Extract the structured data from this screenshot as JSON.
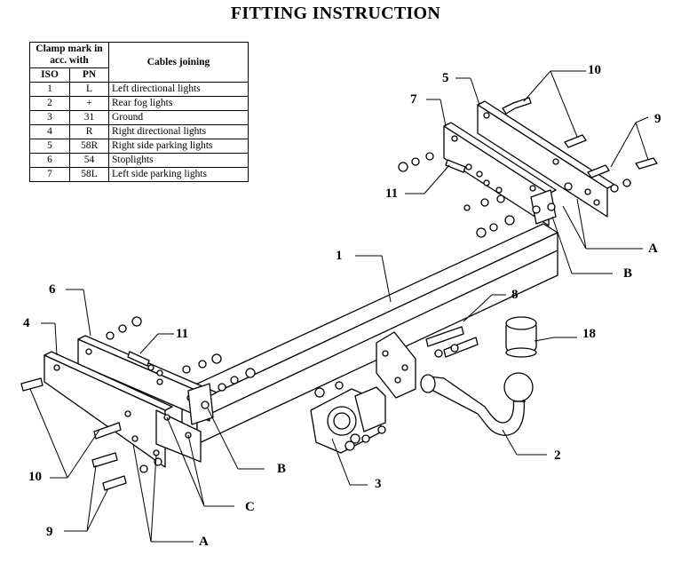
{
  "title": "FITTING INSTRUCTION",
  "legend": {
    "header_clamp": "Clamp mark in acc. with",
    "header_iso": "ISO",
    "header_pn": "PN",
    "header_cables": "Cables joining",
    "rows": [
      {
        "iso": "1",
        "pn": "L",
        "name": "Left directional lights"
      },
      {
        "iso": "2",
        "pn": "+",
        "name": "Rear fog lights"
      },
      {
        "iso": "3",
        "pn": "31",
        "name": "Ground"
      },
      {
        "iso": "4",
        "pn": "R",
        "name": "Right directional lights"
      },
      {
        "iso": "5",
        "pn": "58R",
        "name": "Right side parking lights"
      },
      {
        "iso": "6",
        "pn": "54",
        "name": "Stoplights"
      },
      {
        "iso": "7",
        "pn": "58L",
        "name": "Left side parking lights"
      }
    ]
  },
  "callouts": {
    "p1": "1",
    "p2": "2",
    "p3": "3",
    "p4": "4",
    "p5": "5",
    "p6": "6",
    "p7": "7",
    "p8": "8",
    "p9_right": "9",
    "p9_left": "9",
    "p10_right": "10",
    "p10_left": "10",
    "p11_right": "11",
    "p11_left": "11",
    "p18": "18",
    "a_right": "A",
    "a_left": "A",
    "b_right": "B",
    "b_left": "B",
    "c": "C"
  }
}
